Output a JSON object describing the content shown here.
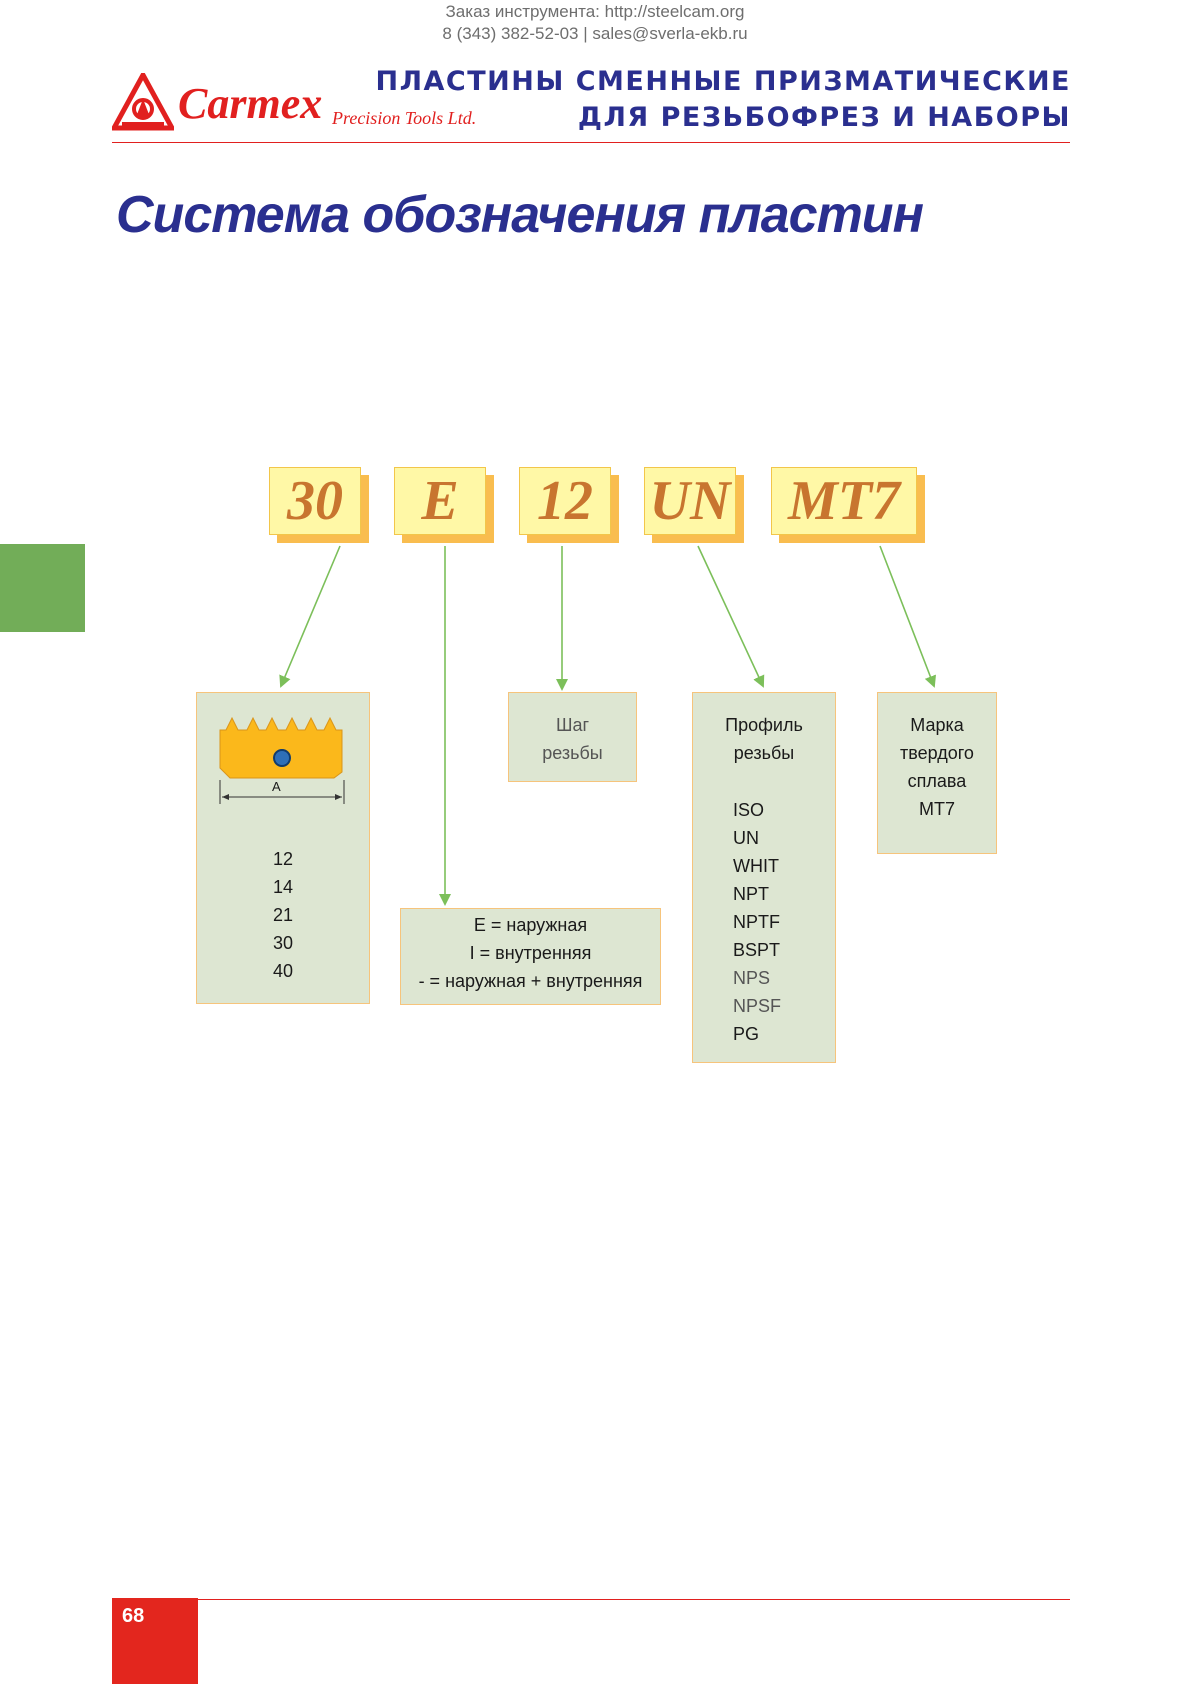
{
  "header": {
    "contact_line1": "Заказ инструмента: http://steelcam.org",
    "contact_line2": "8 (343) 382-52-03  |  sales@sverla-ekb.ru",
    "logo_brand": "Carmex",
    "logo_sub": "Precision Tools Ltd.",
    "title_line1": "ПЛАСТИНЫ СМЕННЫЕ ПРИЗМАТИЧЕСКИЕ",
    "title_line2": "ДЛЯ РЕЗЬБОФРЕЗ И НАБОРЫ"
  },
  "main_title": "Система обозначения пластин",
  "codes": [
    "30",
    "E",
    "12",
    "UN",
    "MT7"
  ],
  "insert_panel": {
    "dimension_label": "A",
    "sizes": [
      "12",
      "14",
      "21",
      "30",
      "40"
    ]
  },
  "type_panel": {
    "lines": [
      "E = наружная",
      "I = внутренняя",
      "- = наружная + внутренняя"
    ]
  },
  "pitch_panel": {
    "lines": [
      "Шаг",
      "резьбы"
    ]
  },
  "profile_panel": {
    "heading": [
      "Профиль",
      "резьбы"
    ],
    "profiles": [
      "ISO",
      "UN",
      "WHIT",
      "NPT",
      "NPTF",
      "BSPT",
      "NPS",
      "NPSF",
      "PG"
    ]
  },
  "grade_panel": {
    "lines": [
      "Марка",
      "твердого",
      "сплава",
      "MT7"
    ]
  },
  "colors": {
    "brand_red": "#e1201f",
    "title_blue": "#2a2f8f",
    "panel_green": "#dde6d2",
    "arrow_green": "#7cbf5a",
    "side_tab_green": "#72ad58",
    "code_yellow": "#fff8a6",
    "code_shadow": "#f9bd4f",
    "code_text": "#c8752f"
  },
  "footer": {
    "page_number": "68"
  }
}
